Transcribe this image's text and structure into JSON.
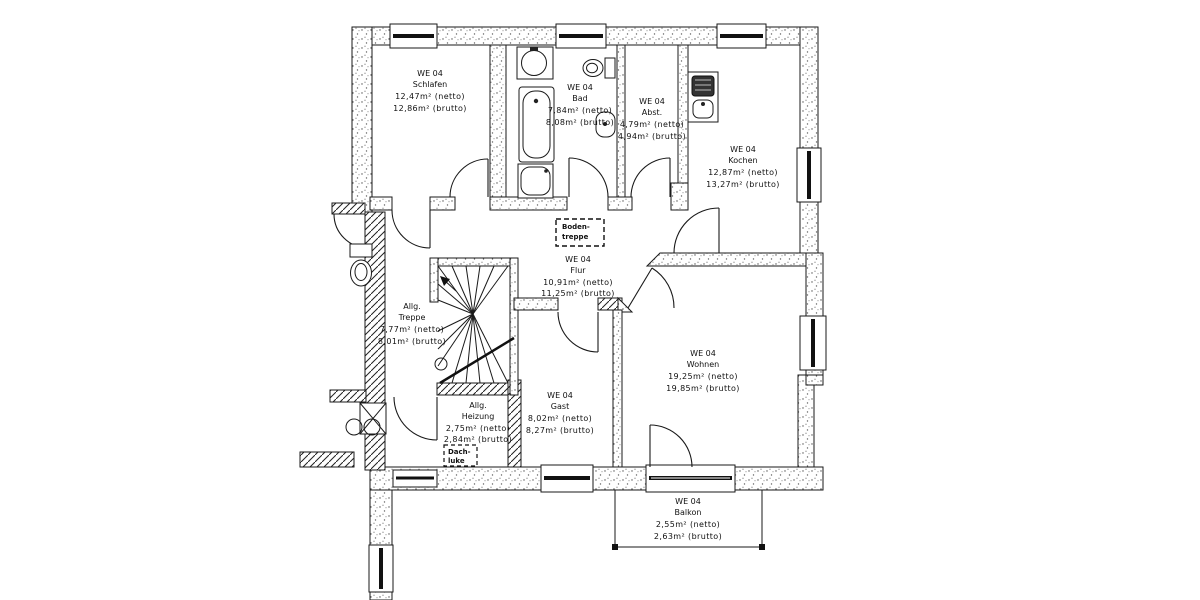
{
  "plan": {
    "rooms": {
      "schlafen": {
        "unit": "WE 04",
        "name": "Schlafen",
        "netto": "12,47m² (netto)",
        "brutto": "12,86m² (brutto)"
      },
      "bad": {
        "unit": "WE 04",
        "name": "Bad",
        "netto": "7,84m² (netto)",
        "brutto": "8,08m² (brutto)"
      },
      "abstellraum": {
        "unit": "WE 04",
        "name": "Abst.",
        "netto": "4,79m² (netto)",
        "brutto": "4,94m² (brutto)"
      },
      "kochen": {
        "unit": "WE 04",
        "name": "Kochen",
        "netto": "12,87m² (netto)",
        "brutto": "13,27m² (brutto)"
      },
      "flur": {
        "unit": "WE 04",
        "name": "Flur",
        "netto": "10,91m² (netto)",
        "brutto": "11,25m² (brutto)"
      },
      "treppe": {
        "unit": "Allg.",
        "name": "Treppe",
        "netto": "7,77m² (netto)",
        "brutto": "8,01m² (brutto)"
      },
      "wohnen": {
        "unit": "WE 04",
        "name": "Wohnen",
        "netto": "19,25m² (netto)",
        "brutto": "19,85m² (brutto)"
      },
      "gast": {
        "unit": "WE 04",
        "name": "Gast",
        "netto": "8,02m² (netto)",
        "brutto": "8,27m² (brutto)"
      },
      "heizung": {
        "unit": "Allg.",
        "name": "Heizung",
        "netto": "2,75m² (netto)",
        "brutto": "2,84m² (brutto)"
      },
      "balkon": {
        "unit": "WE 04",
        "name": "Balkon",
        "netto": "2,55m² (netto)",
        "brutto": "2,63m² (brutto)"
      }
    },
    "annotations": {
      "bodentreppe": {
        "line1": "Boden-",
        "line2": "treppe"
      },
      "dachluke": {
        "line1": "Dach-",
        "line2": "luke"
      }
    }
  }
}
